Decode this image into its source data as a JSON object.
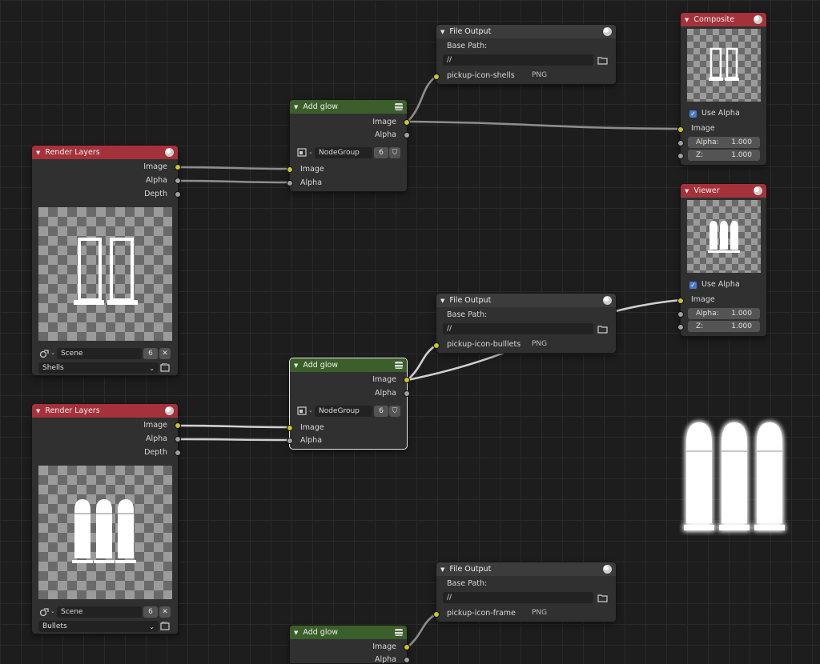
{
  "common": {
    "image": "Image",
    "alpha": "Alpha",
    "depth": "Depth",
    "base_path": "Base Path:",
    "use_alpha": "Use Alpha",
    "alpha_field": "Alpha:",
    "z_field": "Z:"
  },
  "render_layers": [
    {
      "title": "Render Layers",
      "scene": "Scene",
      "scene_users": "6",
      "layer": "Shells"
    },
    {
      "title": "Render Layers",
      "scene": "Scene",
      "scene_users": "6",
      "layer": "Bullets"
    }
  ],
  "add_glow": [
    {
      "title": "Add glow",
      "group": "NodeGroup",
      "users": "6"
    },
    {
      "title": "Add glow",
      "group": "NodeGroup",
      "users": "6"
    },
    {
      "title": "Add glow"
    }
  ],
  "file_output": [
    {
      "title": "File Output",
      "path": "//",
      "file": "pickup-icon-shells",
      "format": "PNG"
    },
    {
      "title": "File Output",
      "path": "//",
      "file": "pickup-icon-bulllets",
      "format": "PNG"
    },
    {
      "title": "File Output",
      "path": "//",
      "file": "pickup-icon-frame",
      "format": "PNG"
    }
  ],
  "composite": {
    "title": "Composite",
    "alpha_value": "1.000",
    "z_value": "1.000"
  },
  "viewer": {
    "title": "Viewer",
    "alpha_value": "1.000",
    "z_value": "1.000"
  },
  "colors": {
    "header_output": "#a5323a",
    "header_group": "#3b5f2a",
    "socket_color": "#c7c729",
    "socket_value": "#a1a1a1"
  }
}
